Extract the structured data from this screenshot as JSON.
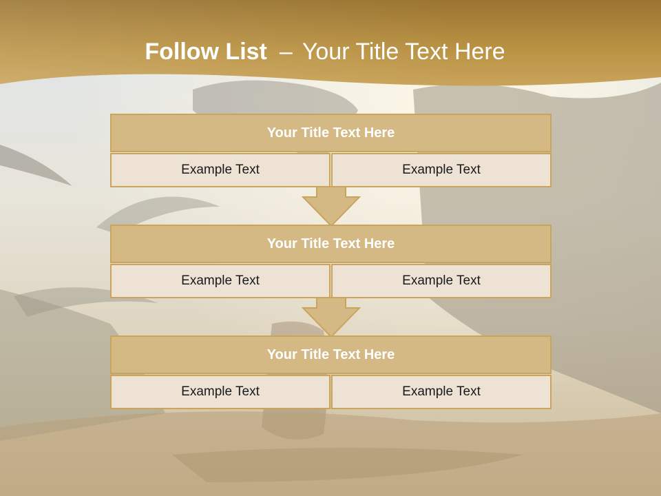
{
  "slide": {
    "title_bold": "Follow List",
    "title_separator": "–",
    "title_rest": "Your Title Text Here",
    "blocks": [
      {
        "heading": "Your Title Text Here",
        "left_text": "Example Text",
        "right_text": "Example Text"
      },
      {
        "heading": "Your Title Text Here",
        "left_text": "Example Text",
        "right_text": "Example Text"
      },
      {
        "heading": "Your Title Text Here",
        "left_text": "Example Text",
        "right_text": "Example Text"
      }
    ]
  },
  "colors": {
    "banner": "#b8913e",
    "block_heading_fill": "#d5b985",
    "block_cell_fill": "#ede2d4",
    "block_border": "#c9a45c",
    "arrow_fill": "#d5b985"
  }
}
